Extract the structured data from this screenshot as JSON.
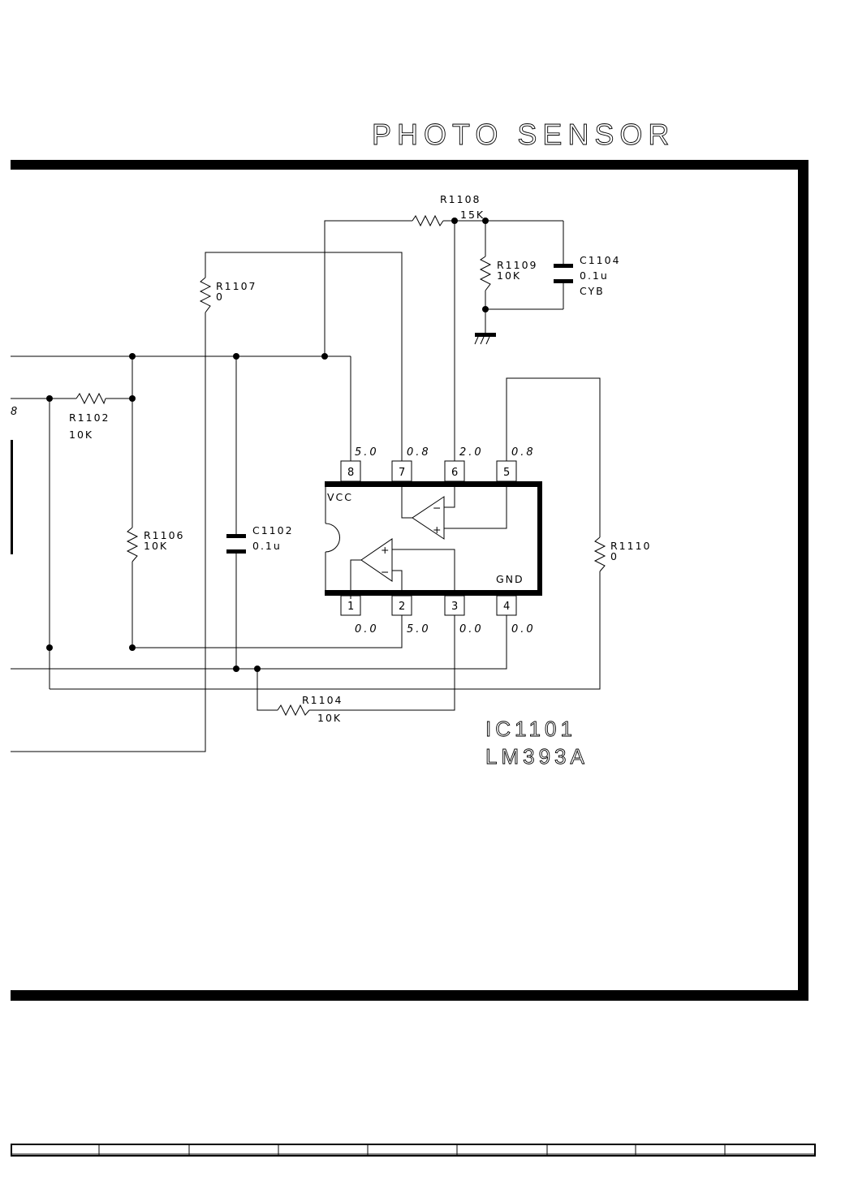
{
  "title": "PHOTO SENSOR",
  "ic": {
    "ref": "IC1101",
    "part": "LM393A",
    "vcc_label": "VCC",
    "gnd_label": "GND"
  },
  "pins_top": [
    {
      "num": "8",
      "voltage": "5.0"
    },
    {
      "num": "7",
      "voltage": "0.8"
    },
    {
      "num": "6",
      "voltage": "2.0"
    },
    {
      "num": "5",
      "voltage": "0.8"
    }
  ],
  "pins_bottom": [
    {
      "num": "1",
      "voltage": "0.0"
    },
    {
      "num": "2",
      "voltage": "5.0"
    },
    {
      "num": "3",
      "voltage": "0.0"
    },
    {
      "num": "4",
      "voltage": "0.0"
    }
  ],
  "components": {
    "r1108": {
      "ref": "R1108",
      "value": "15K"
    },
    "r1109": {
      "ref": "R1109",
      "value": "10K"
    },
    "c1104": {
      "ref": "C1104",
      "value": "0.1u",
      "extra": "CYB"
    },
    "r1107": {
      "ref": "R1107",
      "value": "0"
    },
    "r1102": {
      "ref": "R1102",
      "value": "10K"
    },
    "r1106": {
      "ref": "R1106",
      "value": "10K"
    },
    "c1102": {
      "ref": "C1102",
      "value": "0.1u"
    },
    "r1110": {
      "ref": "R1110",
      "value": "0"
    },
    "r1104": {
      "ref": "R1104",
      "value": "10K"
    }
  },
  "left_edge_label": "8",
  "opamp_symbols": {
    "minus": "−",
    "plus": "+"
  }
}
